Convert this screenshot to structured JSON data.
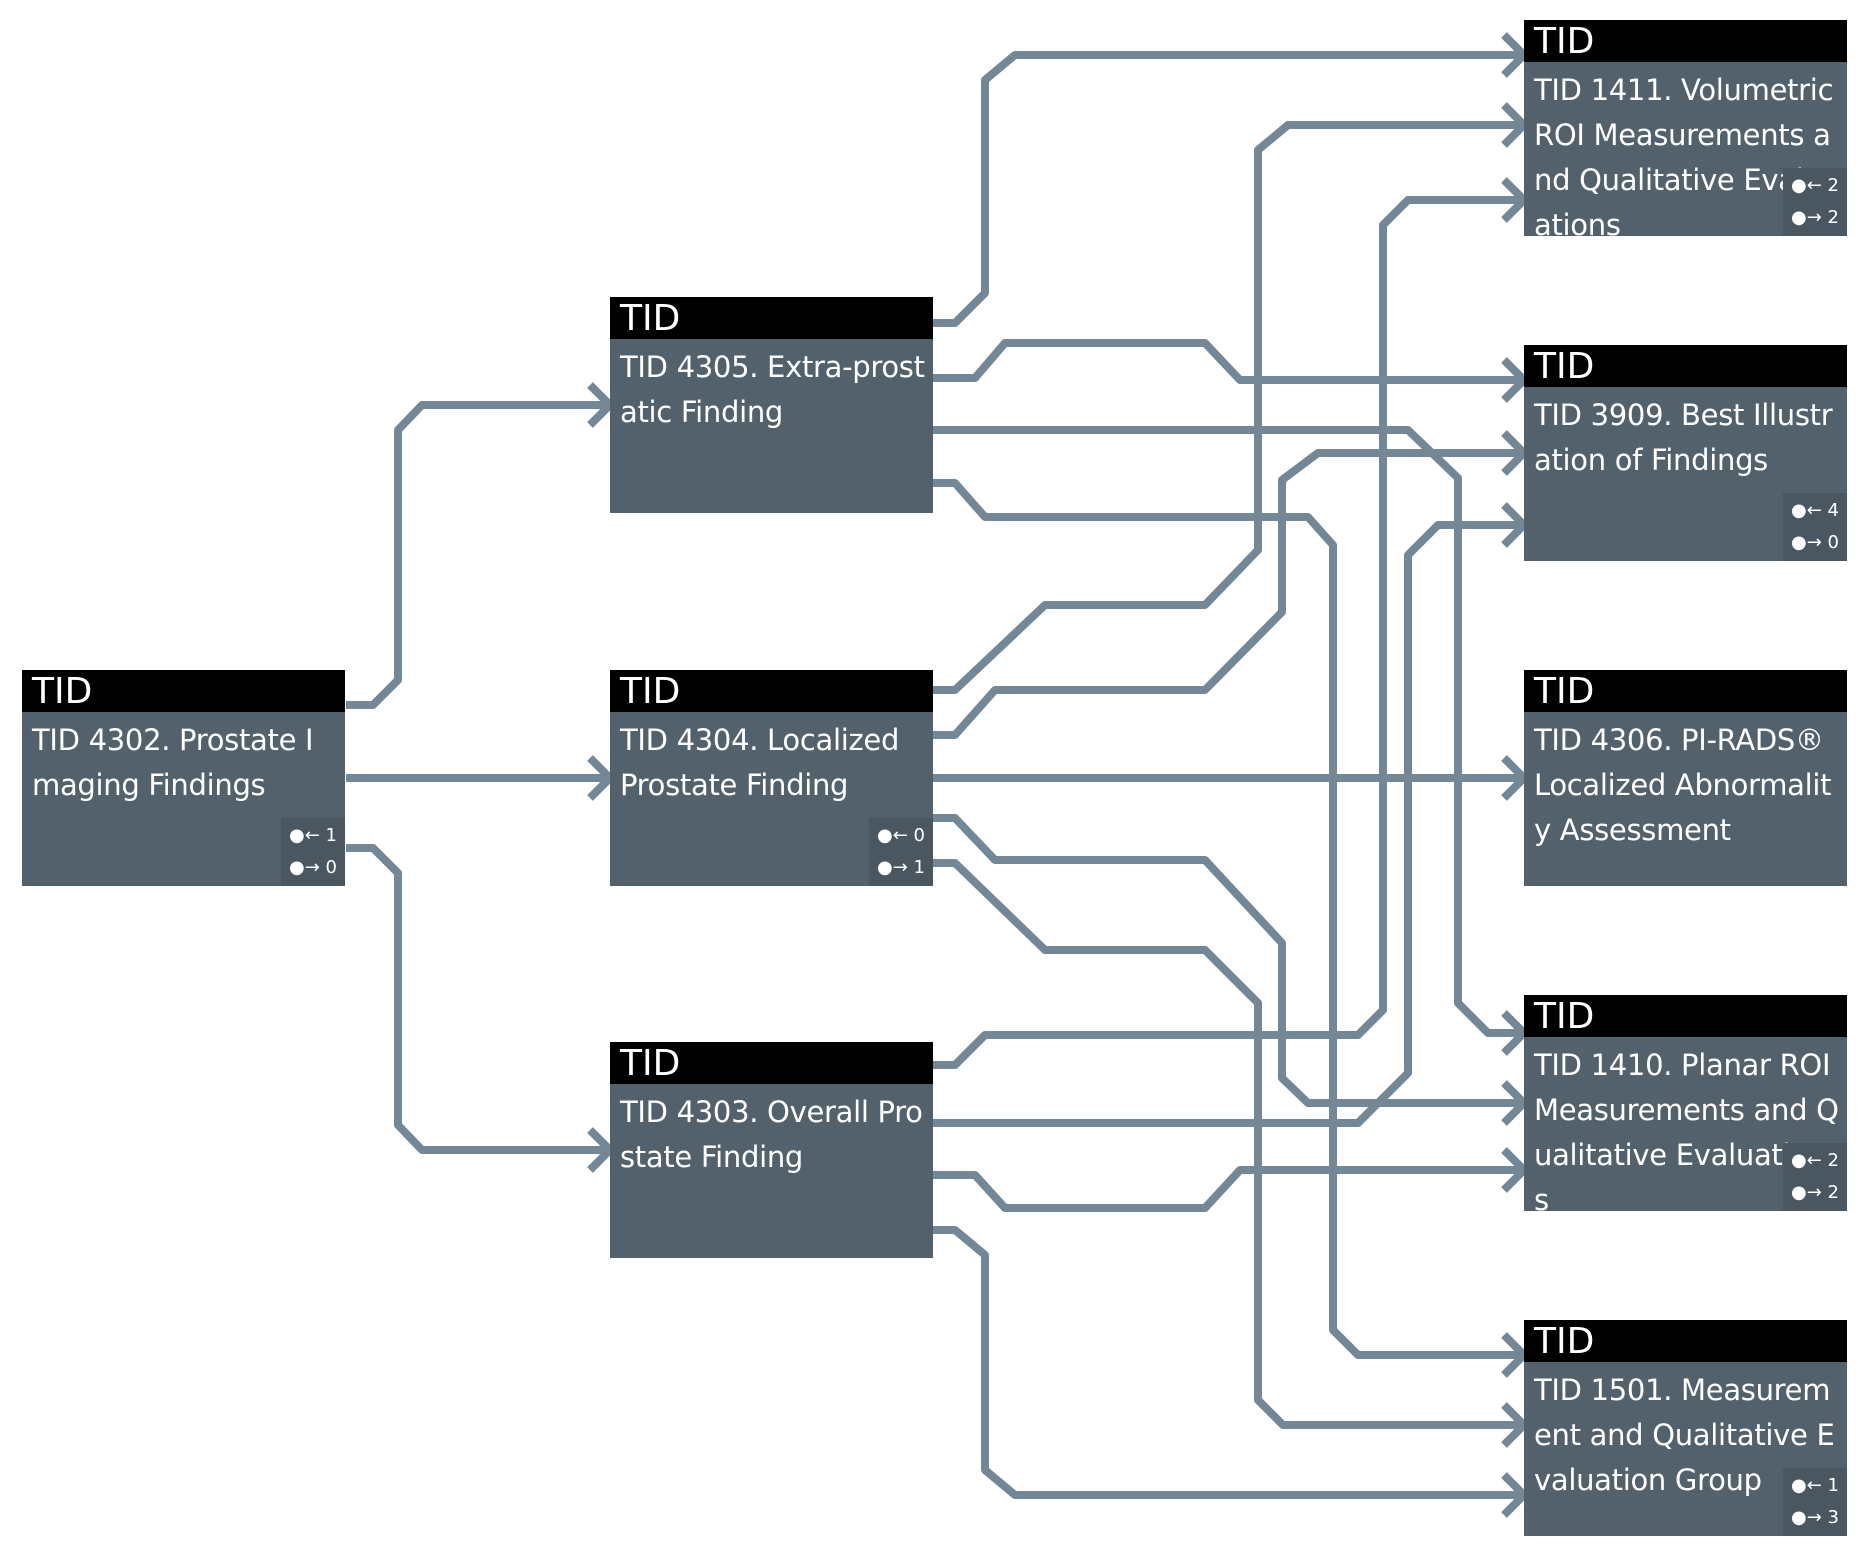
{
  "nodes": {
    "n4302": {
      "header": "TID",
      "label": "TID 4302. Prostate Imaging Findings",
      "in": "●← 1",
      "out": "●→ 0"
    },
    "n4305": {
      "header": "TID",
      "label": "TID 4305. Extra-prostatic Finding"
    },
    "n4304": {
      "header": "TID",
      "label": "TID 4304. Localized Prostate Finding",
      "in": "●← 0",
      "out": "●→ 1"
    },
    "n4303": {
      "header": "TID",
      "label": "TID 4303. Overall Prostate Finding"
    },
    "n1411": {
      "header": "TID",
      "label": "TID 1411. Volumetric ROI Measurements and Qualitative Evaluations",
      "in": "●← 2",
      "out": "●→ 2"
    },
    "n3909": {
      "header": "TID",
      "label": "TID 3909. Best Illustration of Findings",
      "in": "●← 4",
      "out": "●→ 0"
    },
    "n4306": {
      "header": "TID",
      "label": "TID 4306. PI-RADS® Localized Abnormality Assessment"
    },
    "n1410": {
      "header": "TID",
      "label": "TID 1410. Planar ROI Measurements and Qualitative Evaluations",
      "in": "●← 2",
      "out": "●→ 2"
    },
    "n1501": {
      "header": "TID",
      "label": "TID 1501. Measurement and Qualitative Evaluation Group",
      "in": "●← 1",
      "out": "●→ 3"
    }
  },
  "colors": {
    "edge": "#738797",
    "node_body": "#53616c",
    "node_header": "#000000",
    "text": "#ffffff"
  }
}
